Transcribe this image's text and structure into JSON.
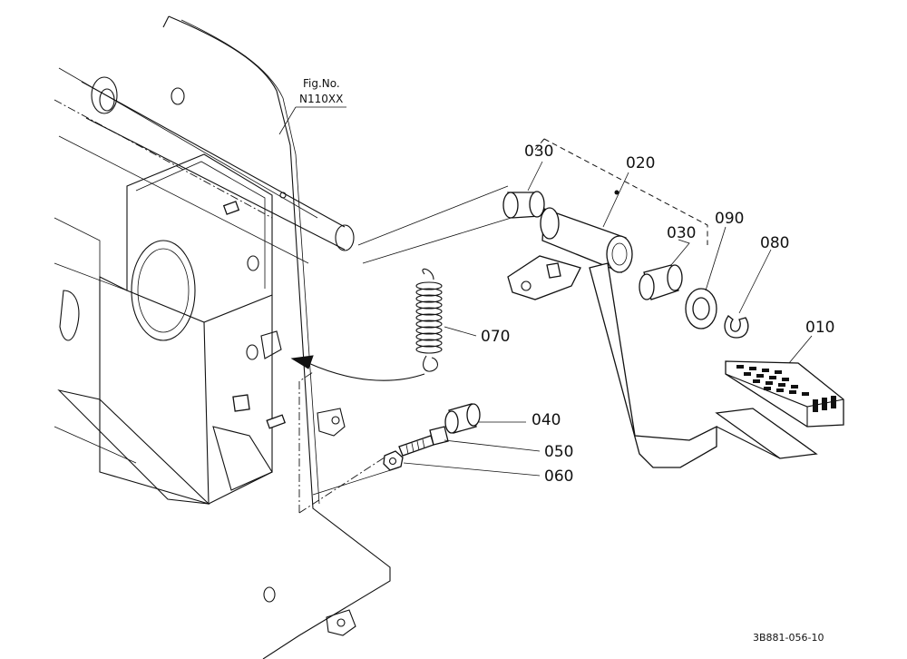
{
  "figure": {
    "fig_no_label": "Fig.No.",
    "fig_no_value": "N110XX",
    "reference_code": "3B881-056-10"
  },
  "callouts": [
    {
      "id": "c-030a",
      "text": "030"
    },
    {
      "id": "c-020",
      "text": "020"
    },
    {
      "id": "c-030b",
      "text": "030"
    },
    {
      "id": "c-090",
      "text": "090"
    },
    {
      "id": "c-080",
      "text": "080"
    },
    {
      "id": "c-010",
      "text": "010"
    },
    {
      "id": "c-070",
      "text": "070"
    },
    {
      "id": "c-040",
      "text": "040"
    },
    {
      "id": "c-050",
      "text": "050"
    },
    {
      "id": "c-060",
      "text": "060"
    }
  ]
}
